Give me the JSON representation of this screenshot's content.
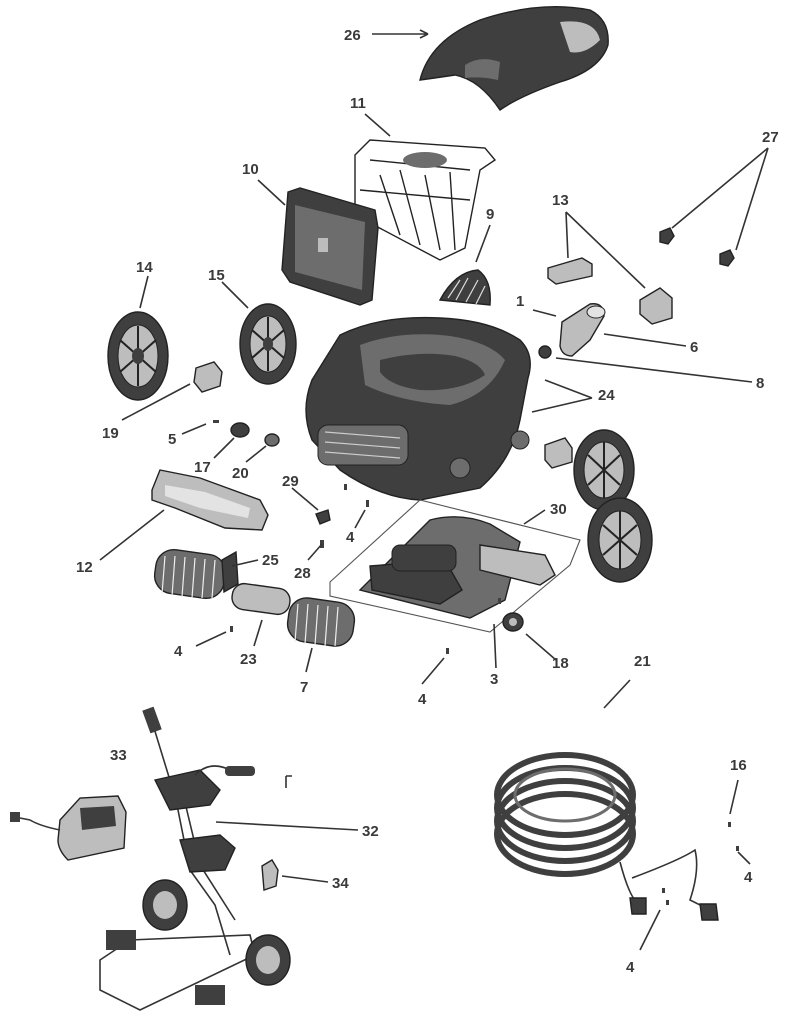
{
  "diagram": {
    "type": "exploded-parts-diagram",
    "colors": {
      "background": "#ffffff",
      "part_dark": "#3f3f3f",
      "part_mid": "#6d6d6d",
      "part_light": "#bdbdbd",
      "label": "#3a3a3a"
    },
    "callouts": [
      {
        "key": "c1",
        "text": "1"
      },
      {
        "key": "c3",
        "text": "3"
      },
      {
        "key": "c4a",
        "text": "4"
      },
      {
        "key": "c4b",
        "text": "4"
      },
      {
        "key": "c4c",
        "text": "4"
      },
      {
        "key": "c4d",
        "text": "4"
      },
      {
        "key": "c4e",
        "text": "4"
      },
      {
        "key": "c5",
        "text": "5"
      },
      {
        "key": "c6",
        "text": "6"
      },
      {
        "key": "c7",
        "text": "7"
      },
      {
        "key": "c8",
        "text": "8"
      },
      {
        "key": "c9",
        "text": "9"
      },
      {
        "key": "c10",
        "text": "10"
      },
      {
        "key": "c11",
        "text": "11"
      },
      {
        "key": "c12",
        "text": "12"
      },
      {
        "key": "c13",
        "text": "13"
      },
      {
        "key": "c14",
        "text": "14"
      },
      {
        "key": "c15",
        "text": "15"
      },
      {
        "key": "c16",
        "text": "16"
      },
      {
        "key": "c17",
        "text": "17"
      },
      {
        "key": "c18",
        "text": "18"
      },
      {
        "key": "c19",
        "text": "19"
      },
      {
        "key": "c20",
        "text": "20"
      },
      {
        "key": "c21",
        "text": "21"
      },
      {
        "key": "c23",
        "text": "23"
      },
      {
        "key": "c24",
        "text": "24"
      },
      {
        "key": "c25",
        "text": "25"
      },
      {
        "key": "c26",
        "text": "26"
      },
      {
        "key": "c27",
        "text": "27"
      },
      {
        "key": "c28",
        "text": "28"
      },
      {
        "key": "c29",
        "text": "29"
      },
      {
        "key": "c30",
        "text": "30"
      },
      {
        "key": "c32",
        "text": "32"
      },
      {
        "key": "c33",
        "text": "33"
      },
      {
        "key": "c34",
        "text": "34"
      }
    ]
  }
}
